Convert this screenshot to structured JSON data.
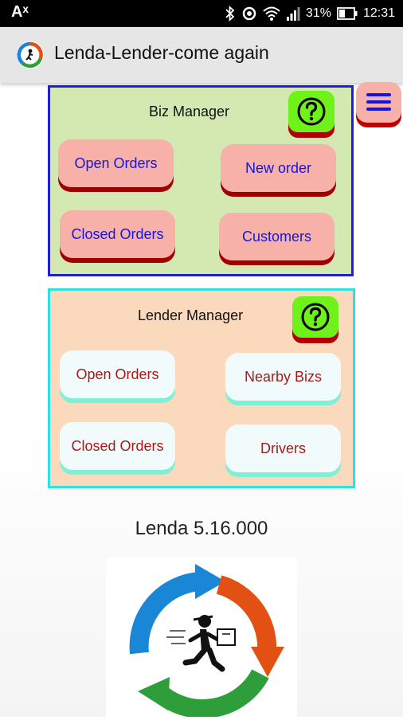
{
  "status_bar": {
    "left_indicator": "Aˣ",
    "battery": "31%",
    "time": "12:31"
  },
  "app_bar": {
    "title": "Lenda-Lender-come again",
    "icon": "lenda-logo-icon"
  },
  "menu": {
    "icon": "hamburger-menu-icon"
  },
  "biz_manager": {
    "title": "Biz Manager",
    "help_icon": "question-mark-icon",
    "buttons": {
      "open_orders": "Open Orders",
      "new_order": "New order",
      "closed_orders": "Closed Orders",
      "customers": "Customers"
    }
  },
  "lender_manager": {
    "title": "Lender Manager",
    "help_icon": "question-mark-icon",
    "buttons": {
      "open_orders": "Open Orders",
      "nearby_bizs": "Nearby Bizs",
      "closed_orders": "Closed Orders",
      "drivers": "Drivers"
    }
  },
  "version": "Lenda 5.16.000",
  "colors": {
    "biz_panel_bg": "#d4e8b2",
    "biz_panel_border": "#1f1fd6",
    "lender_panel_bg": "#fbd9bd",
    "lender_panel_border": "#2ce2e2",
    "help_button": "#6ef219",
    "biz_button": "#f7b1a9",
    "lender_button": "#f1fbfb"
  }
}
